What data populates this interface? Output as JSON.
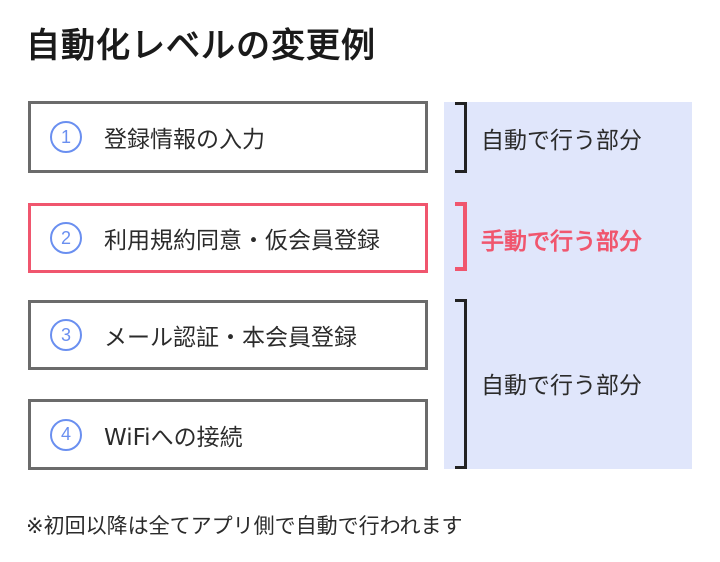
{
  "title": "自動化レベルの変更例",
  "steps": [
    {
      "number": "1",
      "label": "登録情報の入力",
      "mode": "auto"
    },
    {
      "number": "2",
      "label": "利用規約同意・仮会員登録",
      "mode": "manual"
    },
    {
      "number": "3",
      "label": "メール認証・本会員登録",
      "mode": "auto"
    },
    {
      "number": "4",
      "label": "WiFiへの接続",
      "mode": "auto"
    }
  ],
  "groups": [
    {
      "label": "自動で行う部分",
      "covers": [
        1
      ]
    },
    {
      "label": "手動で行う部分",
      "covers": [
        2
      ]
    },
    {
      "label": "自動で行う部分",
      "covers": [
        3,
        4
      ]
    }
  ],
  "note": "※初回以降は全てアプリ側で自動で行われます",
  "colors": {
    "accent_manual": "#f0566e",
    "number_circle": "#6a8ff0",
    "panel_bg": "#e0e6fb",
    "box_border": "#6b6b6b"
  }
}
